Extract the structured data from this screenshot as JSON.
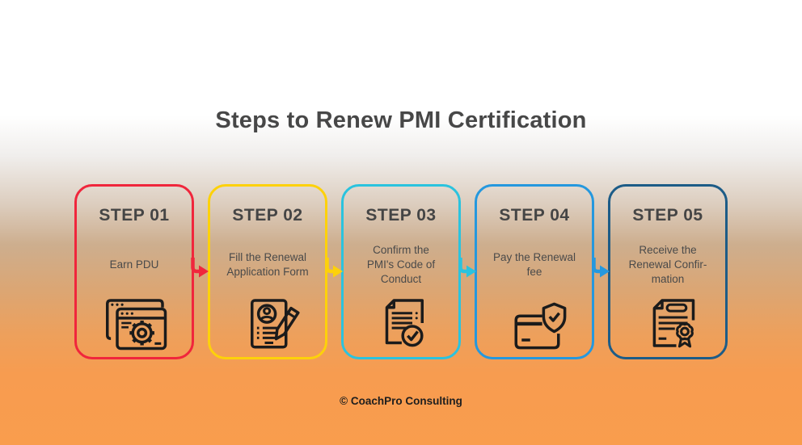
{
  "title": "Steps to Renew PMI Certification",
  "footer": "© CoachPro Consulting",
  "text_color": "#4a4a4a",
  "background": {
    "top": "#ffffff",
    "bottom": "#f89c4e"
  },
  "icon_stroke": "#1b1b1b",
  "steps": [
    {
      "label": "STEP 01",
      "description": "Earn PDU",
      "color": "#f0263c",
      "icon": "browser-gear-icon"
    },
    {
      "label": "STEP 02",
      "description": "Fill the Renewal\nApplication Form",
      "color": "#fdd10a",
      "icon": "renewal-form-pencil-icon"
    },
    {
      "label": "STEP 03",
      "description": "Confirm the\nPMI's Code of\nConduct",
      "color": "#2bc3de",
      "icon": "document-check-icon"
    },
    {
      "label": "STEP 04",
      "description": "Pay the Renewal\nfee",
      "color": "#2598de",
      "icon": "payment-card-shield-icon"
    },
    {
      "label": "STEP 05",
      "description": "Receive the\nRenewal Confir-\nmation",
      "color": "#1d5c87",
      "icon": "certificate-ribbon-icon"
    }
  ],
  "arrows": [
    {
      "from": "STEP 01",
      "to": "STEP 02",
      "color": "#f0263c"
    },
    {
      "from": "STEP 02",
      "to": "STEP 03",
      "color": "#fdd10a"
    },
    {
      "from": "STEP 03",
      "to": "STEP 04",
      "color": "#2bc3de"
    },
    {
      "from": "STEP 04",
      "to": "STEP 05",
      "color": "#2598de"
    }
  ]
}
